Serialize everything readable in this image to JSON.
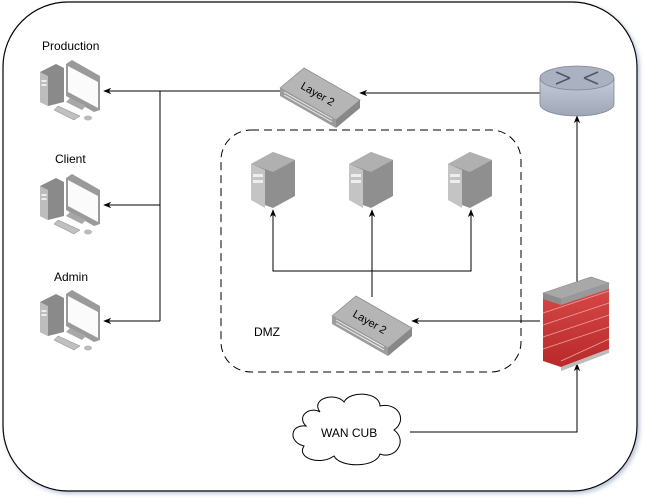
{
  "diagram": {
    "title": "Network diagram with DMZ",
    "nodes": {
      "production": {
        "label": "Production",
        "icon": "desktop-computer-icon"
      },
      "client": {
        "label": "Client",
        "icon": "desktop-computer-icon"
      },
      "admin": {
        "label": "Admin",
        "icon": "desktop-computer-icon"
      },
      "switch_top": {
        "label": "Layer 2",
        "icon": "layer2-switch-icon"
      },
      "router": {
        "label": "",
        "icon": "router-icon"
      },
      "firewall": {
        "label": "",
        "icon": "firewall-icon"
      },
      "switch_dmz": {
        "label": "Layer 2",
        "icon": "layer2-switch-icon"
      },
      "server_1": {
        "label": "",
        "icon": "server-icon"
      },
      "server_2": {
        "label": "",
        "icon": "server-icon"
      },
      "server_3": {
        "label": "",
        "icon": "server-icon"
      },
      "wan": {
        "label": "WAN CUB",
        "icon": "cloud-icon"
      }
    },
    "groups": {
      "dmz": {
        "label": "DMZ",
        "style": "dashed"
      }
    },
    "edges": [
      {
        "from": "wan",
        "to": "firewall"
      },
      {
        "from": "firewall",
        "to": "router"
      },
      {
        "from": "firewall",
        "to": "switch_dmz"
      },
      {
        "from": "router",
        "to": "switch_top"
      },
      {
        "from": "switch_top",
        "to": "production"
      },
      {
        "from": "switch_top",
        "to": "client"
      },
      {
        "from": "switch_top",
        "to": "admin"
      },
      {
        "from": "switch_dmz",
        "to": "server_1"
      },
      {
        "from": "switch_dmz",
        "to": "server_2"
      },
      {
        "from": "switch_dmz",
        "to": "server_3"
      }
    ],
    "colors": {
      "line": "#000000",
      "device_gray": "#9a9a9a",
      "firewall_red": "#c83232",
      "router_blue": "#b4bccb"
    }
  }
}
